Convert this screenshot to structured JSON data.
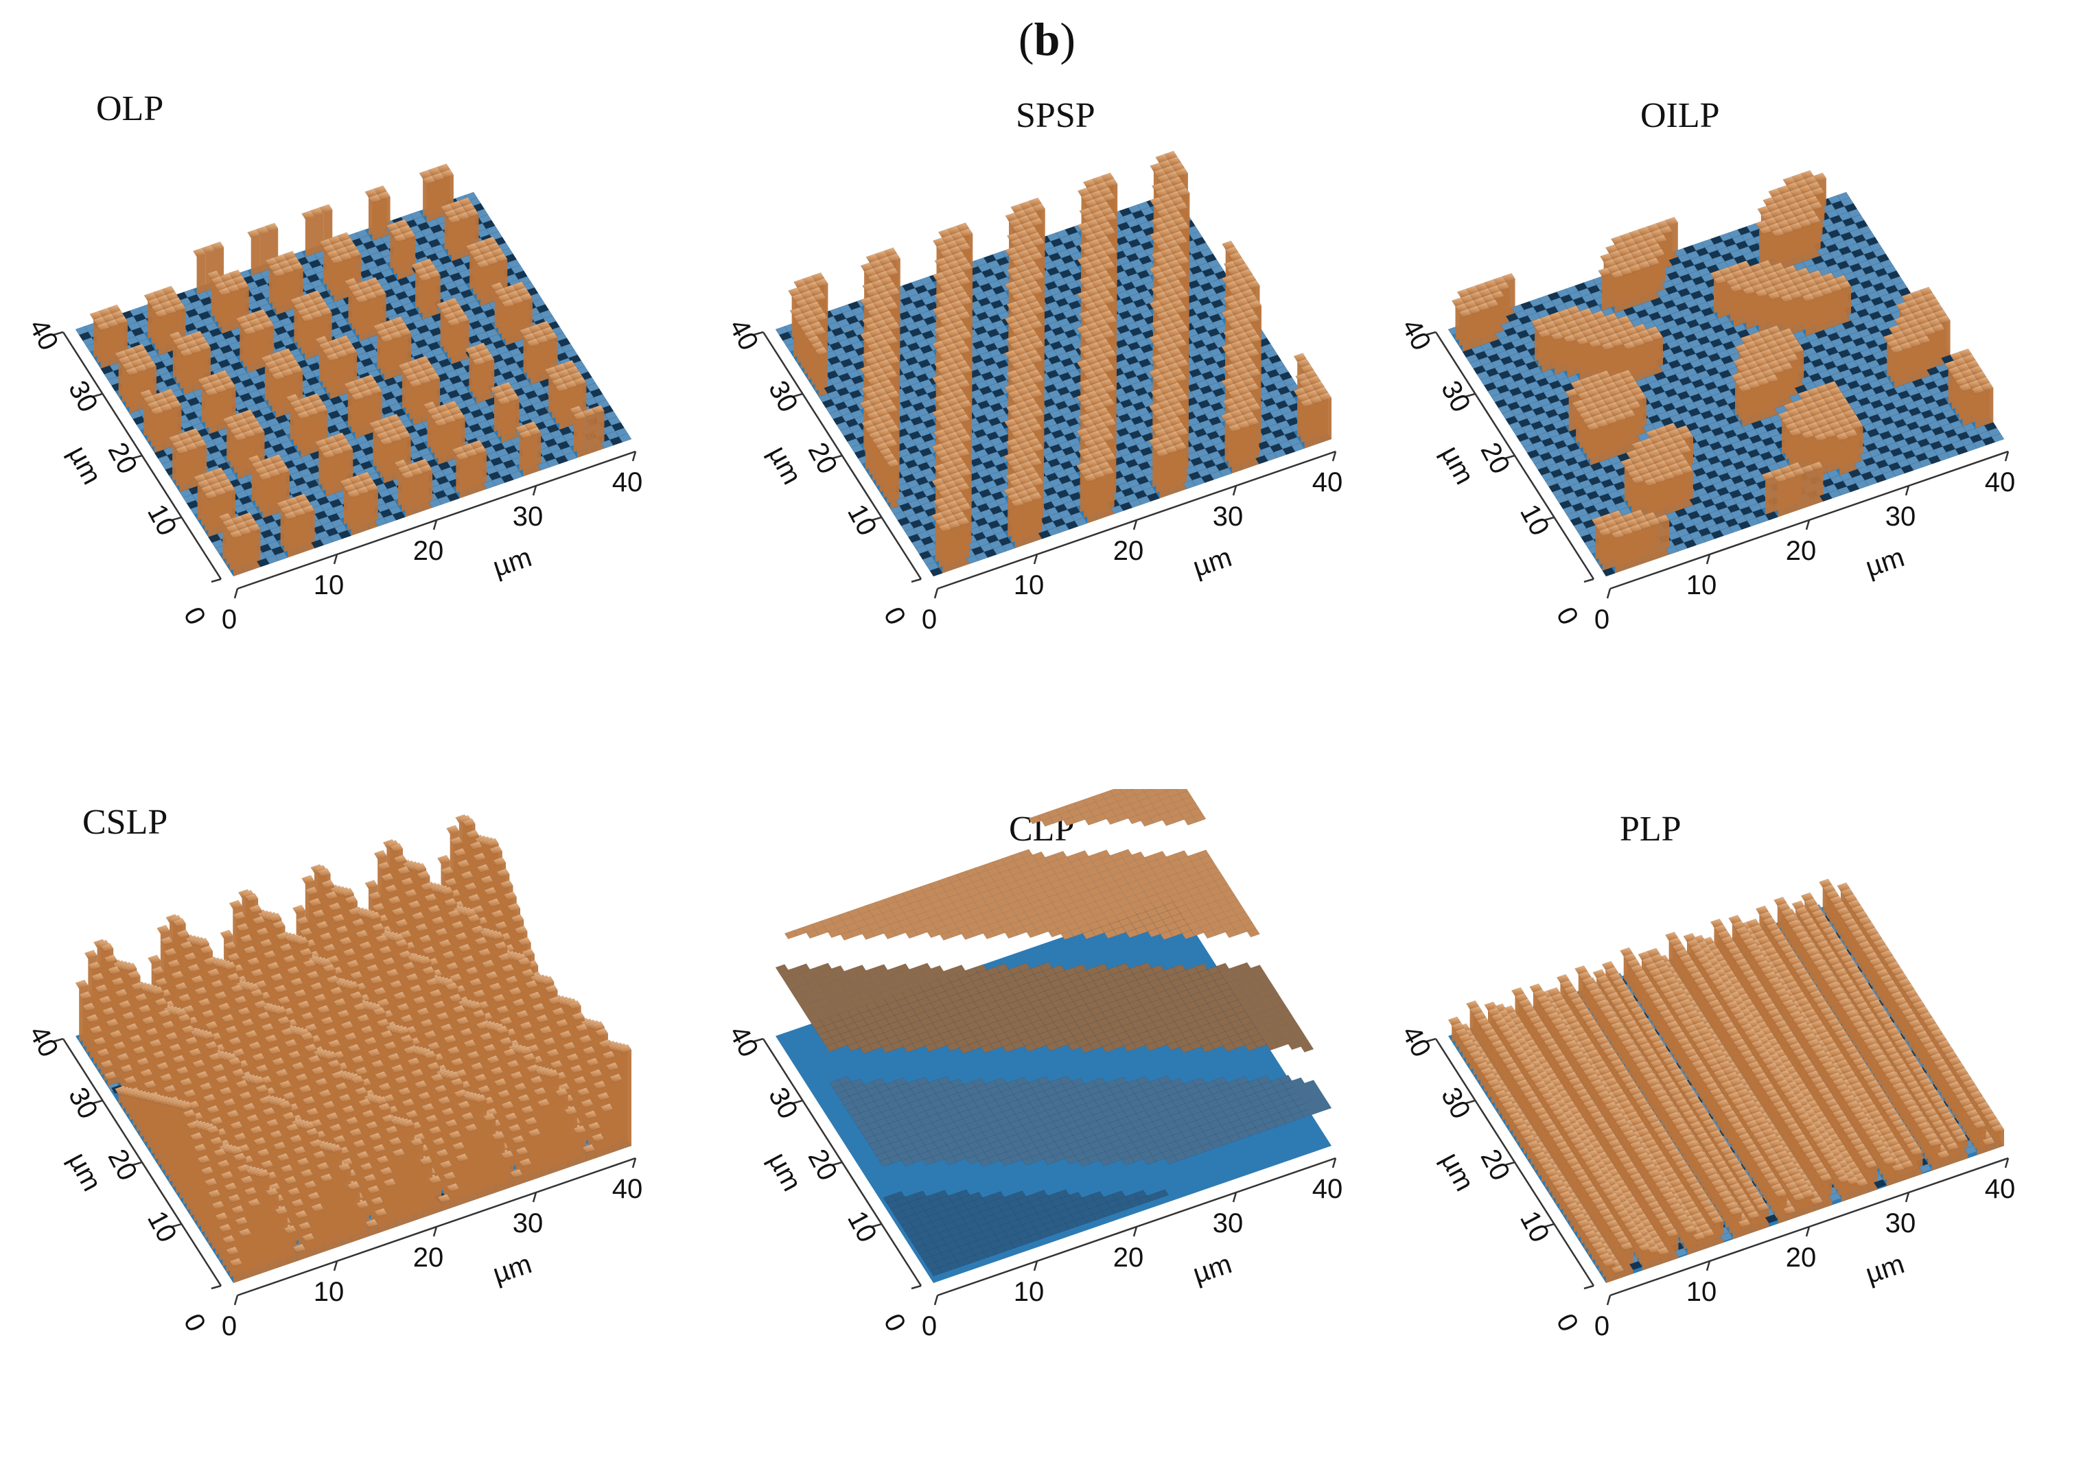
{
  "figure": {
    "label_open": "(",
    "label_letter": "b",
    "label_close": ")"
  },
  "axis": {
    "unit": "µm",
    "ticks": [
      "0",
      "10",
      "20",
      "30",
      "40"
    ],
    "range": [
      0,
      40
    ]
  },
  "colors": {
    "ridge": "#b8743c",
    "ridge_highlight": "#e6b486",
    "valley": "#2e7bb4",
    "valley_dark": "#15344f",
    "flat": "#5b91bd"
  },
  "panels": [
    {
      "title": "OLP",
      "texture": "islands"
    },
    {
      "title": "SPSP",
      "texture": "diagonal-stripes"
    },
    {
      "title": "OILP",
      "texture": "worm-ridges"
    },
    {
      "title": "CSLP",
      "texture": "tall-ridges"
    },
    {
      "title": "CLP",
      "texture": "terraces"
    },
    {
      "title": "PLP",
      "texture": "fine-grating"
    }
  ]
}
